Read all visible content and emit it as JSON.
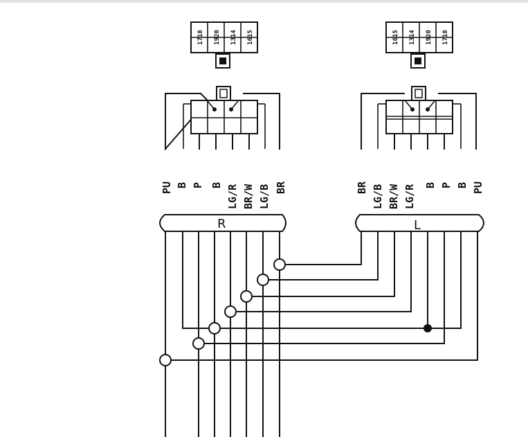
{
  "left_connector": {
    "pin_numbers": [
      "1718",
      "1920",
      "1314",
      "1615"
    ],
    "wire_labels": [
      "PU",
      "B",
      "P",
      "B",
      "LG/R",
      "BR/W",
      "LG/B",
      "BR"
    ]
  },
  "right_connector": {
    "pin_numbers": [
      "1615",
      "1314",
      "1920",
      "1718"
    ],
    "wire_labels": [
      "BR",
      "LG/B",
      "BR/W",
      "LG/R",
      "B",
      "P",
      "B",
      "PU"
    ]
  },
  "harness": {
    "left_label": "R",
    "right_label": "L"
  }
}
